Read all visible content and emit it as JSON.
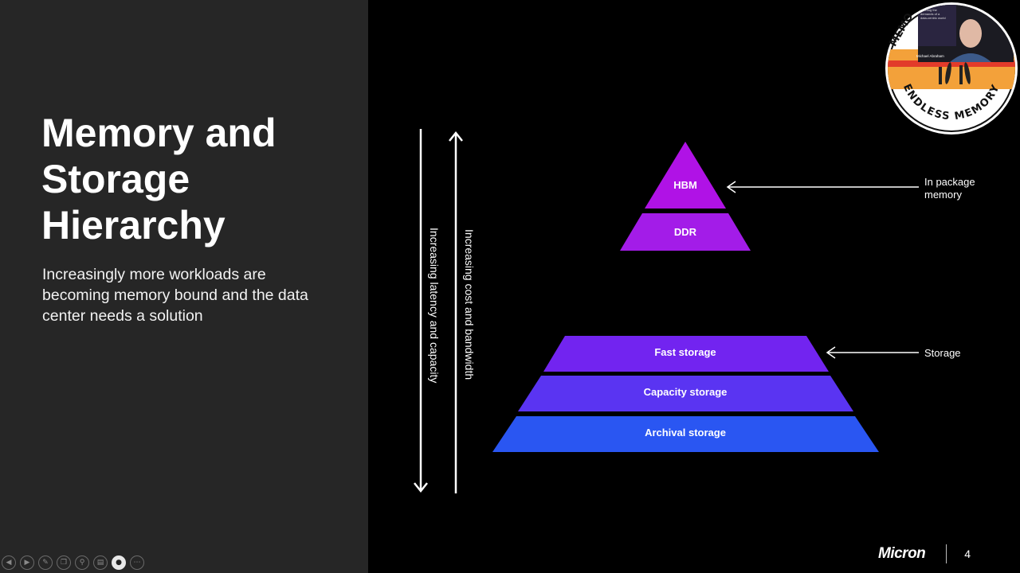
{
  "slide": {
    "title": "Memory and Storage Hierarchy",
    "subtitle": "Increasingly more workloads are becoming memory bound and the data center needs a solution",
    "page_number": "4",
    "brand": "Micron"
  },
  "diagram": {
    "arrows": {
      "latency_label": "Increasing latency and capacity",
      "cost_label": "Increasing cost and bandwidth"
    },
    "memory_tiers": [
      {
        "label": "HBM",
        "color": "#b012e6"
      },
      {
        "label": "DDR",
        "color": "#a31ce8"
      }
    ],
    "storage_tiers": [
      {
        "label": "Fast storage",
        "color": "#7224f0"
      },
      {
        "label": "Capacity storage",
        "color": "#5a34f2"
      },
      {
        "label": "Archival storage",
        "color": "#2a56f2"
      }
    ],
    "callouts": {
      "memory_line1": "In package",
      "memory_line2": "memory",
      "storage": "Storage"
    }
  },
  "toolbar": {
    "icons": [
      "previous-icon",
      "next-icon",
      "pen-icon",
      "slides-icon",
      "zoom-icon",
      "subtitles-icon",
      "camera-icon",
      "more-icon"
    ]
  },
  "badge": {
    "ring_text": "ENDLESS MEMORY",
    "top_text": "MEMO",
    "presenter": "Michael Abraham",
    "screen_line1": "Meeting the",
    "screen_line2": "demands of a",
    "screen_line3": "data-centric world"
  },
  "colors": {
    "left_panel": "#262626",
    "background": "#000000",
    "badge_orange": "#f3a13a"
  }
}
